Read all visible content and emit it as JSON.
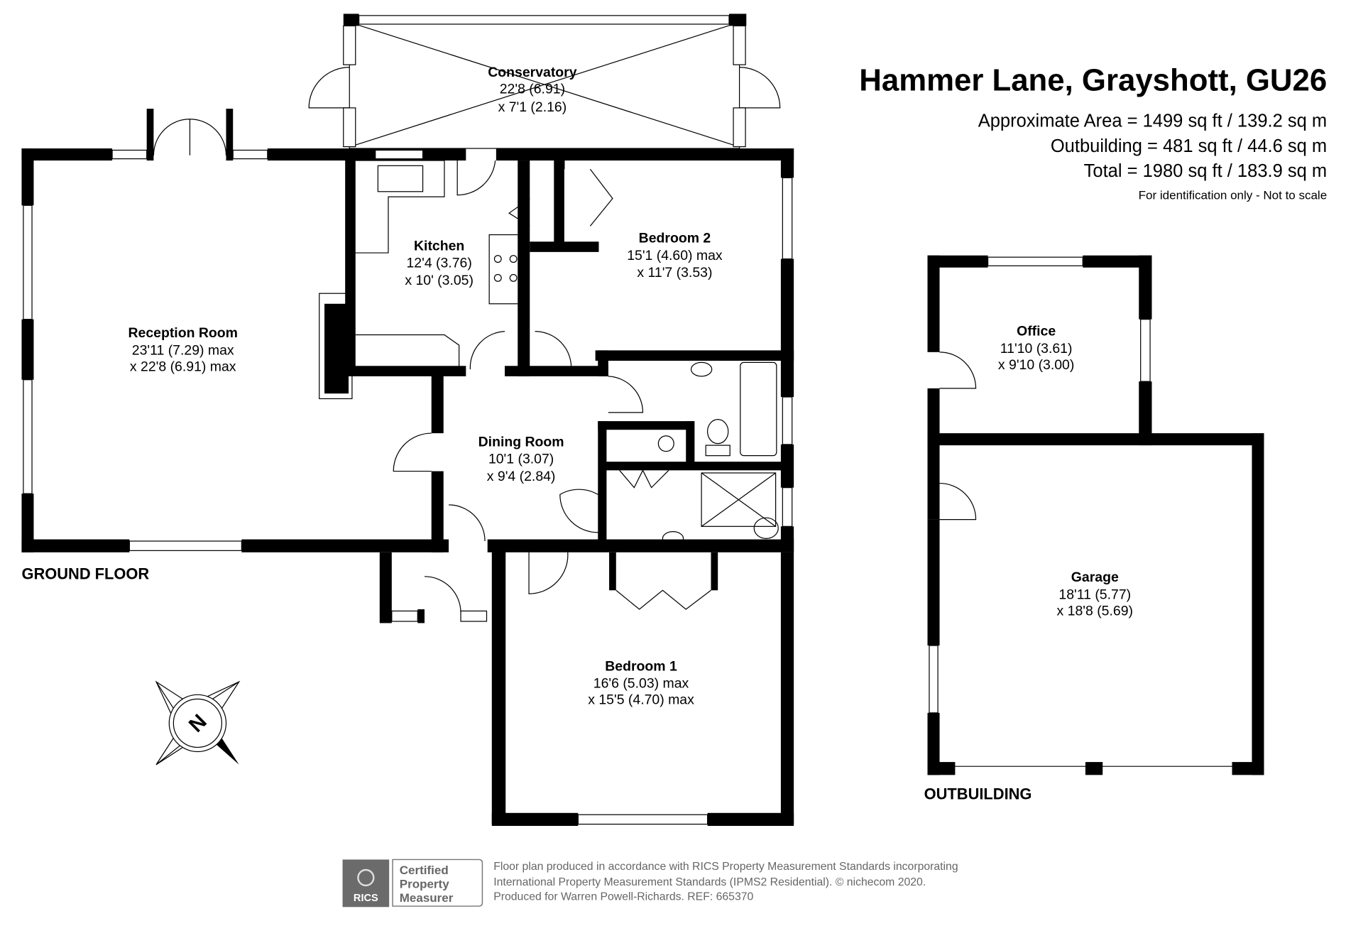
{
  "header": {
    "title": "Hammer Lane, Grayshott, GU26",
    "approximate_area": "Approximate Area = 1499 sq ft / 139.2 sq m",
    "outbuilding_area": "Outbuilding = 481 sq ft / 44.6 sq m",
    "total_area": "Total = 1980 sq ft / 183.9 sq m",
    "note": "For identification only - Not to scale"
  },
  "floors": {
    "ground": "GROUND FLOOR",
    "outbuilding": "OUTBUILDING"
  },
  "rooms": {
    "conservatory": {
      "name": "Conservatory",
      "dim1": "22'8 (6.91)",
      "dim2": "x 7'1 (2.16)"
    },
    "reception": {
      "name": "Reception Room",
      "dim1": "23'11 (7.29) max",
      "dim2": "x 22'8 (6.91) max"
    },
    "kitchen": {
      "name": "Kitchen",
      "dim1": "12'4 (3.76)",
      "dim2": "x 10' (3.05)"
    },
    "bedroom2": {
      "name": "Bedroom 2",
      "dim1": "15'1 (4.60) max",
      "dim2": "x 11'7 (3.53)"
    },
    "dining": {
      "name": "Dining Room",
      "dim1": "10'1 (3.07)",
      "dim2": "x 9'4 (2.84)"
    },
    "bedroom1": {
      "name": "Bedroom 1",
      "dim1": "16'6 (5.03) max",
      "dim2": "x 15'5 (4.70) max"
    },
    "office": {
      "name": "Office",
      "dim1": "11'10 (3.61)",
      "dim2": "x 9'10 (3.00)"
    },
    "garage": {
      "name": "Garage",
      "dim1": "18'11 (5.77)",
      "dim2": "x 18'8 (5.69)"
    }
  },
  "compass": {
    "label": "N"
  },
  "footer": {
    "badge_logo": "RICS",
    "badge_line1": "Certified",
    "badge_line2": "Property",
    "badge_line3": "Measurer",
    "line1": "Floor plan produced in accordance with RICS Property Measurement Standards incorporating",
    "line2": "International Property Measurement Standards (IPMS2 Residential).   © nichecom 2020.",
    "line3": "Produced for Warren Powell-Richards.   REF:  665370"
  }
}
